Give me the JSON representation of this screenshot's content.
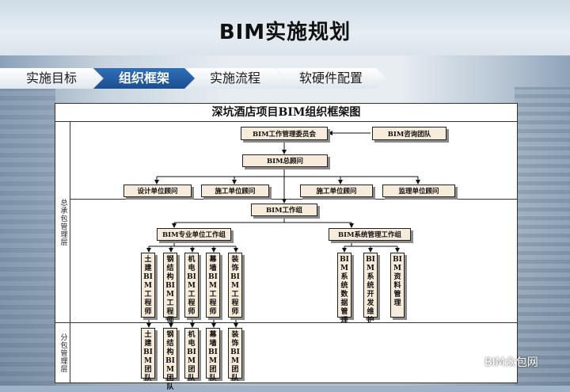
{
  "page": {
    "title": "BIM实施规划"
  },
  "breadcrumb": [
    {
      "label": "实施目标",
      "active": false
    },
    {
      "label": "组织框架",
      "active": true
    },
    {
      "label": "实施流程",
      "active": false
    },
    {
      "label": "软硬件配置",
      "active": false
    }
  ],
  "diagram": {
    "title": "深坑酒店项目BIM组织框架图",
    "sections": {
      "general": "总承包管理层",
      "sub": "分包管理层"
    },
    "nodes": {
      "committee": "BIM工作管理委员会",
      "consult": "BIM咨询团队",
      "chief": "BIM总顾问",
      "design_adv": "设计单位顾问",
      "const_adv1": "施工单位顾问",
      "const_adv2": "施工单位顾问",
      "supervise_adv": "监理单位顾问",
      "workgroup": "BIM工作组",
      "pro_group": "BIM专业单位工作组",
      "sys_group": "BIM系统管理工作组",
      "eng": [
        "土建BIM工程师",
        "钢结构BIM工程师",
        "机电BIM工程师",
        "幕墙BIM工程师",
        "装饰BIM工程师"
      ],
      "sys": [
        "BIM系统数据管理",
        "BIM系统开发维护",
        "BIM资料管理"
      ],
      "teams": [
        "土建BIM团队",
        "钢结构BIM团队",
        "机电BIM团队",
        "幕墙BIM团队",
        "装饰BIM团队"
      ]
    }
  },
  "watermark": "BIM众包网",
  "colors": {
    "active_tab": "#1c4e8f",
    "node_fill": "#f7ecdc"
  }
}
